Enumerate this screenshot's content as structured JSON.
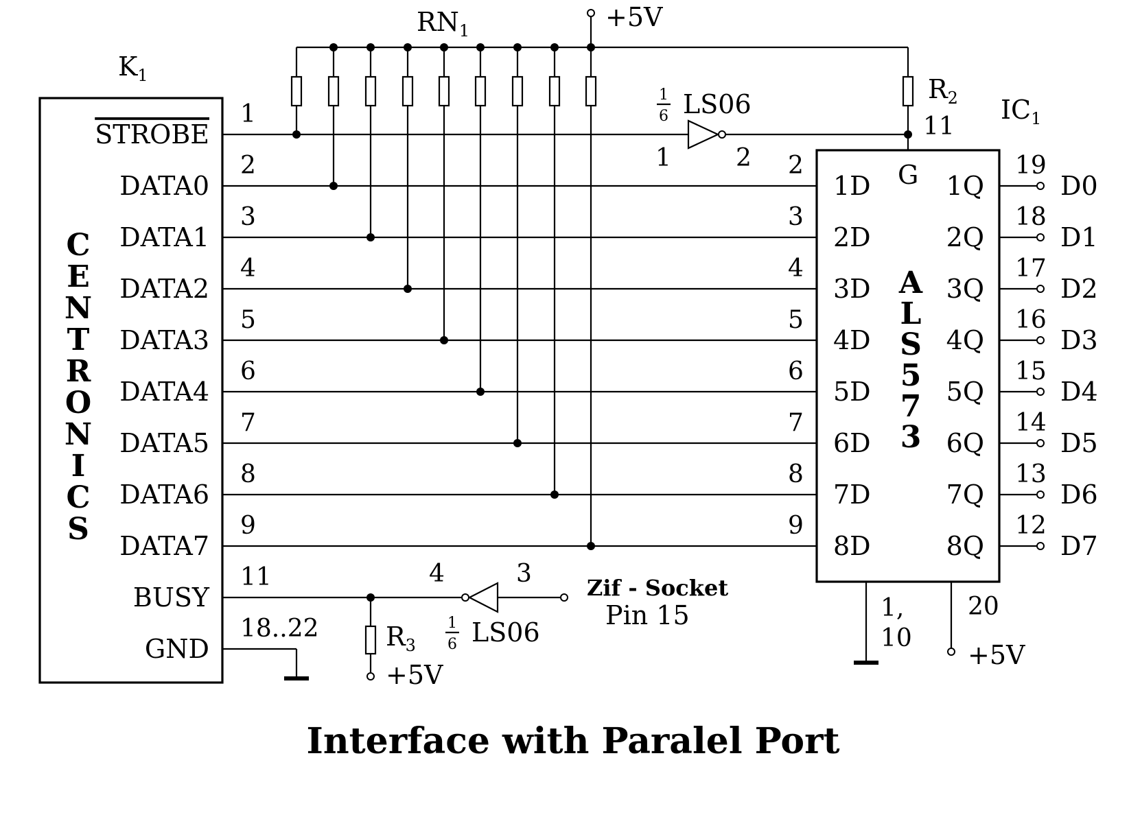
{
  "title": "Interface with Paralel Port",
  "connector": {
    "ref": "K",
    "ref_sub": "1",
    "name_letters": [
      "C",
      "E",
      "N",
      "T",
      "R",
      "O",
      "N",
      "I",
      "C",
      "S"
    ],
    "signals": [
      "STROBE",
      "DATA0",
      "DATA1",
      "DATA2",
      "DATA3",
      "DATA4",
      "DATA5",
      "DATA6",
      "DATA7",
      "BUSY",
      "GND"
    ],
    "pins": [
      "1",
      "2",
      "3",
      "4",
      "5",
      "6",
      "7",
      "8",
      "9",
      "11",
      "18..22"
    ]
  },
  "resistor_network": {
    "ref": "RN",
    "ref_sub": "1"
  },
  "supply_label": "+5V",
  "resistors": {
    "r2": {
      "ref": "R",
      "sub": "2"
    },
    "r3": {
      "ref": "R",
      "sub": "3"
    }
  },
  "inverter_top": {
    "frac_num": "1",
    "frac_den": "6",
    "part": "LS06",
    "pin_in": "1",
    "pin_out": "2",
    "g_pin": "11"
  },
  "inverter_bottom": {
    "frac_num": "1",
    "frac_den": "6",
    "part": "LS06",
    "pin_in": "3",
    "pin_out": "4"
  },
  "zif": {
    "line1": "Zif - Socket",
    "line2": "Pin 15"
  },
  "ic": {
    "ref": "IC",
    "ref_sub": "1",
    "part_letters": [
      "A",
      "L",
      "S",
      "5",
      "7",
      "3"
    ],
    "gate_label": "G",
    "d_pins": [
      "2",
      "3",
      "4",
      "5",
      "6",
      "7",
      "8",
      "9"
    ],
    "d_labels": [
      "1D",
      "2D",
      "3D",
      "4D",
      "5D",
      "6D",
      "7D",
      "8D"
    ],
    "q_labels": [
      "1Q",
      "2Q",
      "3Q",
      "4Q",
      "5Q",
      "6Q",
      "7Q",
      "8Q"
    ],
    "q_pins": [
      "19",
      "18",
      "17",
      "16",
      "15",
      "14",
      "13",
      "12"
    ],
    "gnd_pins_line1": "1,",
    "gnd_pins_line2": "10",
    "vcc_pin": "20"
  },
  "outputs": [
    "D0",
    "D1",
    "D2",
    "D3",
    "D4",
    "D5",
    "D6",
    "D7"
  ]
}
